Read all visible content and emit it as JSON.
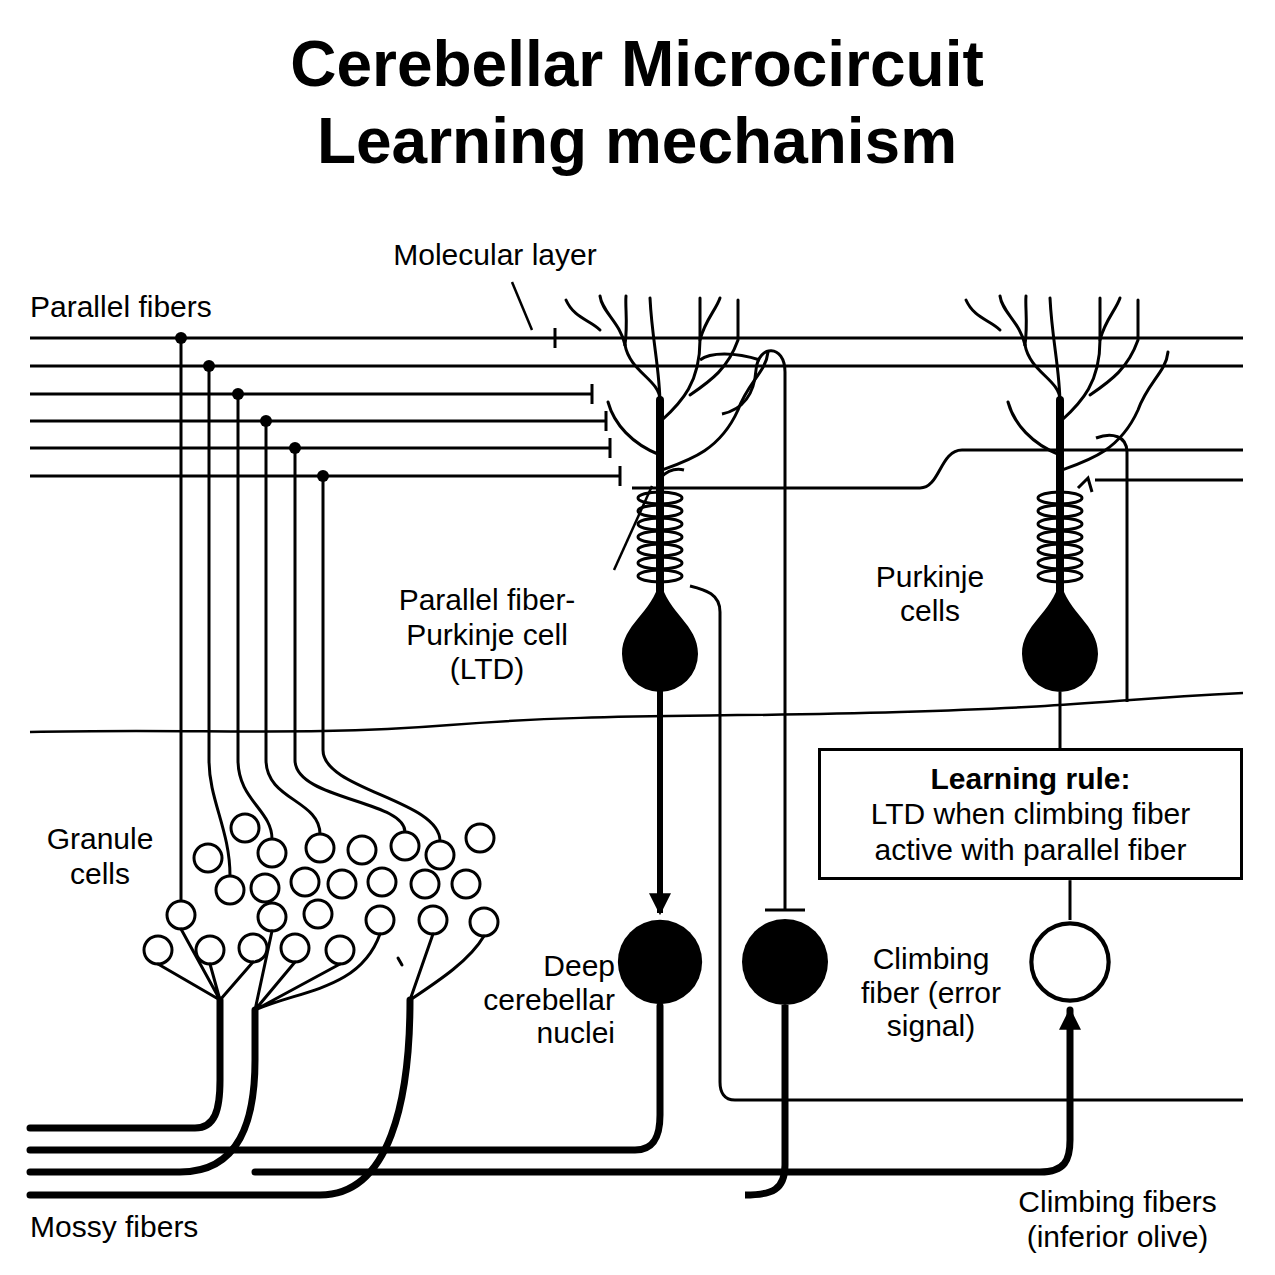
{
  "diagram": {
    "title": "Cerebellar Microcircuit Learning mechanism",
    "nodes": [
      {
        "text": [
          "Purkinje cells"
        ]
      },
      {
        "text": [
          "Learning rule:",
          "LTD when climbing fiber active with parallel fiber"
        ]
      },
      {
        "text": [
          "Deep cerebellar nuclei"
        ]
      },
      {
        "text": [
          "Climbing fiber (error signal)"
        ]
      }
    ],
    "edges": [
      {
        "from": 0,
        "to": 1,
        "arrow": "none"
      },
      {
        "from": 1,
        "to": 3,
        "arrow": "none"
      }
    ],
    "labels": [
      "Molecular layer",
      "Parallel fibers",
      "Parallel fiber- Purkinje cell (LTD)",
      "Granule cells",
      "Mossy fibers",
      "Climbing fibers (inferior olive)"
    ]
  }
}
